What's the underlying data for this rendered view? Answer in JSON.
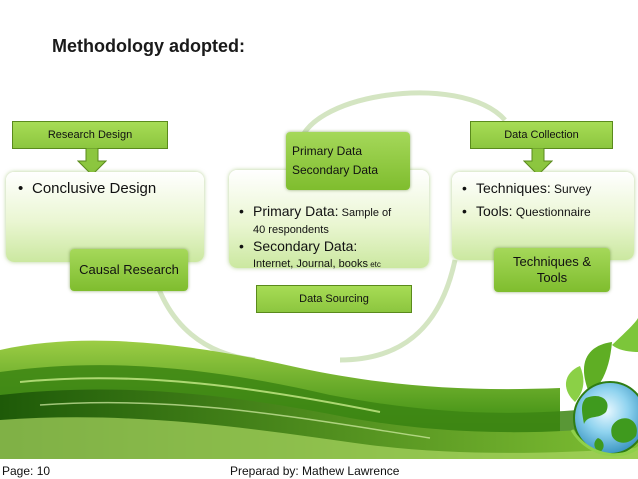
{
  "slide": {
    "title": "Methodology adopted:",
    "research_design": {
      "label": "Research Design",
      "bullet": "Conclusive Design",
      "sub_box": "Causal Research"
    },
    "data_sourcing": {
      "top_box_line1": "Primary Data",
      "top_box_line2": "Secondary Data",
      "bullet1_main": "Primary Data:",
      "bullet1_detail_a": " Sample of",
      "bullet1_detail_b": "40 respondents",
      "bullet2_main": "Secondary Data:",
      "bullet2_detail_a": "Internet, Journal, books",
      "bullet2_detail_b": " etc",
      "label": "Data Sourcing"
    },
    "data_collection": {
      "label": "Data Collection",
      "bullet1_main": "Techniques:",
      "bullet1_detail": " Survey",
      "bullet2_main": "Tools:",
      "bullet2_detail": " Questionnaire",
      "sub_box_line1": "Techniques &",
      "sub_box_line2": "Tools"
    },
    "footer": {
      "page": "Page: 10",
      "author": "Preparad by: Mathew Lawrence"
    }
  },
  "colors": {
    "accent_green": "#8cc63f",
    "dark_green": "#2e6b0f",
    "circle_outline": "#c9dfb3"
  },
  "icons": [
    "globe-leaf-icon"
  ]
}
